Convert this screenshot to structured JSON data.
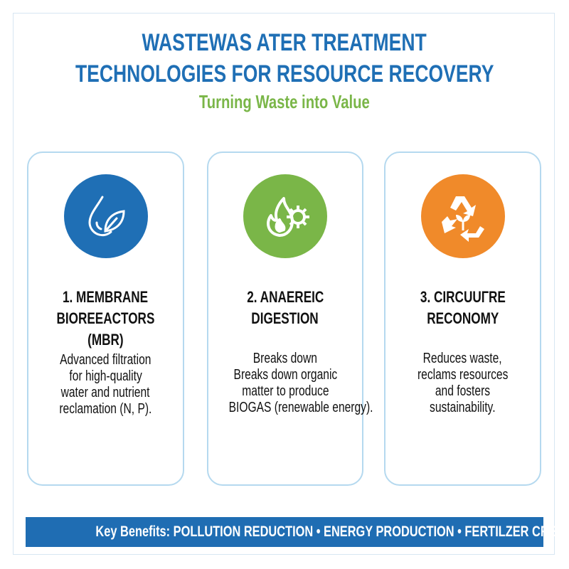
{
  "header": {
    "title_line1": "WASTEWAS ATER TREATMENT",
    "title_line2": "TECHNOLOGIES FOR RESOURCE RECOVERY",
    "subtitle": "Turning Waste into Value"
  },
  "colors": {
    "primary_blue": "#1f6fb5",
    "green": "#7ab648",
    "orange": "#f08a2a",
    "card_border": "#b5d9ef"
  },
  "cards": [
    {
      "icon": "water-drop-leaf-icon",
      "title": [
        "1. MEMBRANE",
        "BIOREEACTORS",
        "(MBR)"
      ],
      "description": [
        "Advanced filtration",
        "for high-quality",
        "water and nutrient",
        "reclamation (N, P)."
      ]
    },
    {
      "icon": "flame-gear-icon",
      "title": [
        "2. ANAEREIC",
        "DIGESTION"
      ],
      "description": [
        "Breaks down",
        "Breaks down organic",
        "matter to produce",
        "BIOGAS (renewable energy)."
      ]
    },
    {
      "icon": "recycle-sprout-icon",
      "title": [
        "3. CIRCUUΓRE",
        "RECONOMY"
      ],
      "description": [
        "Reduces waste,",
        "reclams resources",
        "and fosters",
        "sustainability."
      ]
    }
  ],
  "footer": {
    "banner": "Key Benefits: POLLUTION REDUCTION • ENERGY PRODUCTION • FERTILZER CREATION"
  }
}
